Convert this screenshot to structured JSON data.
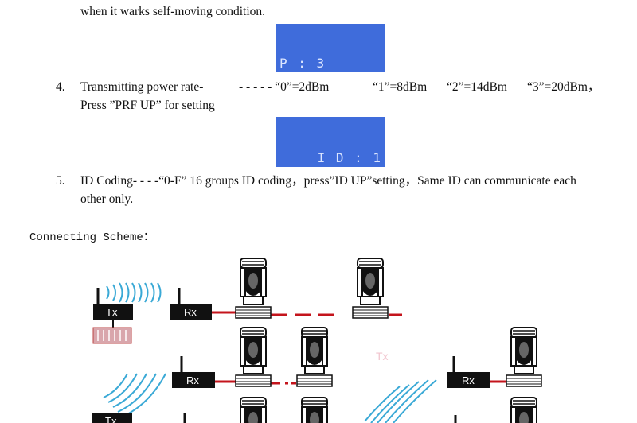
{
  "doc": {
    "cont_line": "when it warks self-moving condition.",
    "lcd1": "P : 3",
    "item4": {
      "num": "4.",
      "line1_a": "Transmitting power rate-",
      "line1_b": "- - - - - “0”=2dBm",
      "line1_c": "“1”=8dBm",
      "line1_d": "“2”=14dBm",
      "line1_e": "“3”=20dBm，",
      "line2": "Press ”PRF UP” for setting"
    },
    "lcd2": "I D : 1",
    "item5": {
      "num": "5.",
      "line1": "ID Coding- - - -“0-F” 16 groups ID coding，press”ID UP”setting，Same ID can communicate each",
      "line2": "other only."
    },
    "section_title": "Connecting Scheme："
  },
  "diagram": {
    "tx_label": "Tx",
    "rx_label": "Rx",
    "faint_tx": "Tx",
    "colors": {
      "lcd": "#3f6cdb",
      "cable": "#c4141c",
      "wave": "#3aa9d6",
      "device": "#111111"
    }
  }
}
